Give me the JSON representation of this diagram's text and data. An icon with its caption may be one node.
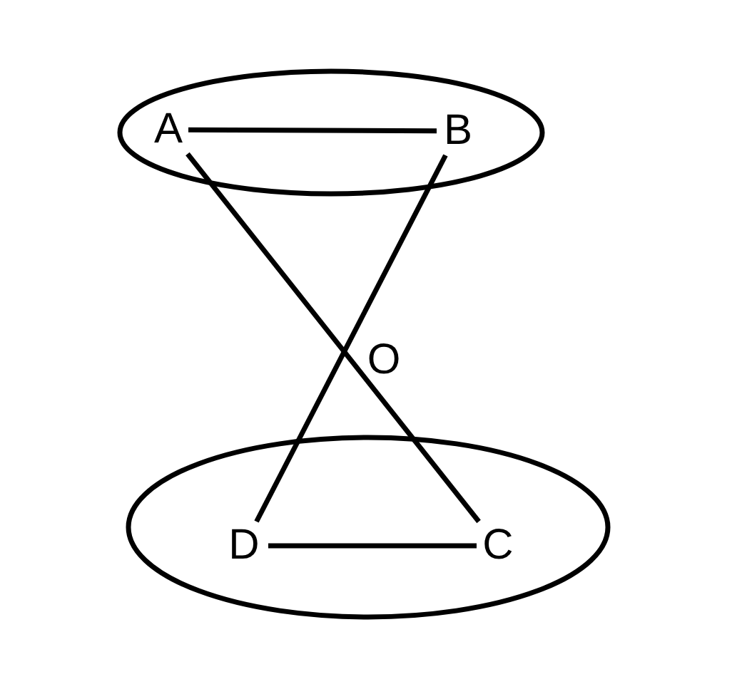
{
  "diagram": {
    "nodes": [
      {
        "text": [],
        "shape": "ellipse"
      },
      {
        "text": [
          "A"
        ],
        "in": 0
      },
      {
        "text": [
          "B"
        ],
        "in": 0
      },
      {
        "text": [
          "O"
        ]
      },
      {
        "text": [],
        "shape": "ellipse"
      },
      {
        "text": [
          "D"
        ],
        "in": 4
      },
      {
        "text": [
          "C"
        ],
        "in": 4
      }
    ],
    "edges": [
      {
        "from": 1,
        "to": 2,
        "arrow": "none"
      },
      {
        "from": 1,
        "to": 6,
        "arrow": "none"
      },
      {
        "from": 2,
        "to": 5,
        "arrow": "none"
      },
      {
        "from": 5,
        "to": 6,
        "arrow": "none"
      }
    ]
  }
}
